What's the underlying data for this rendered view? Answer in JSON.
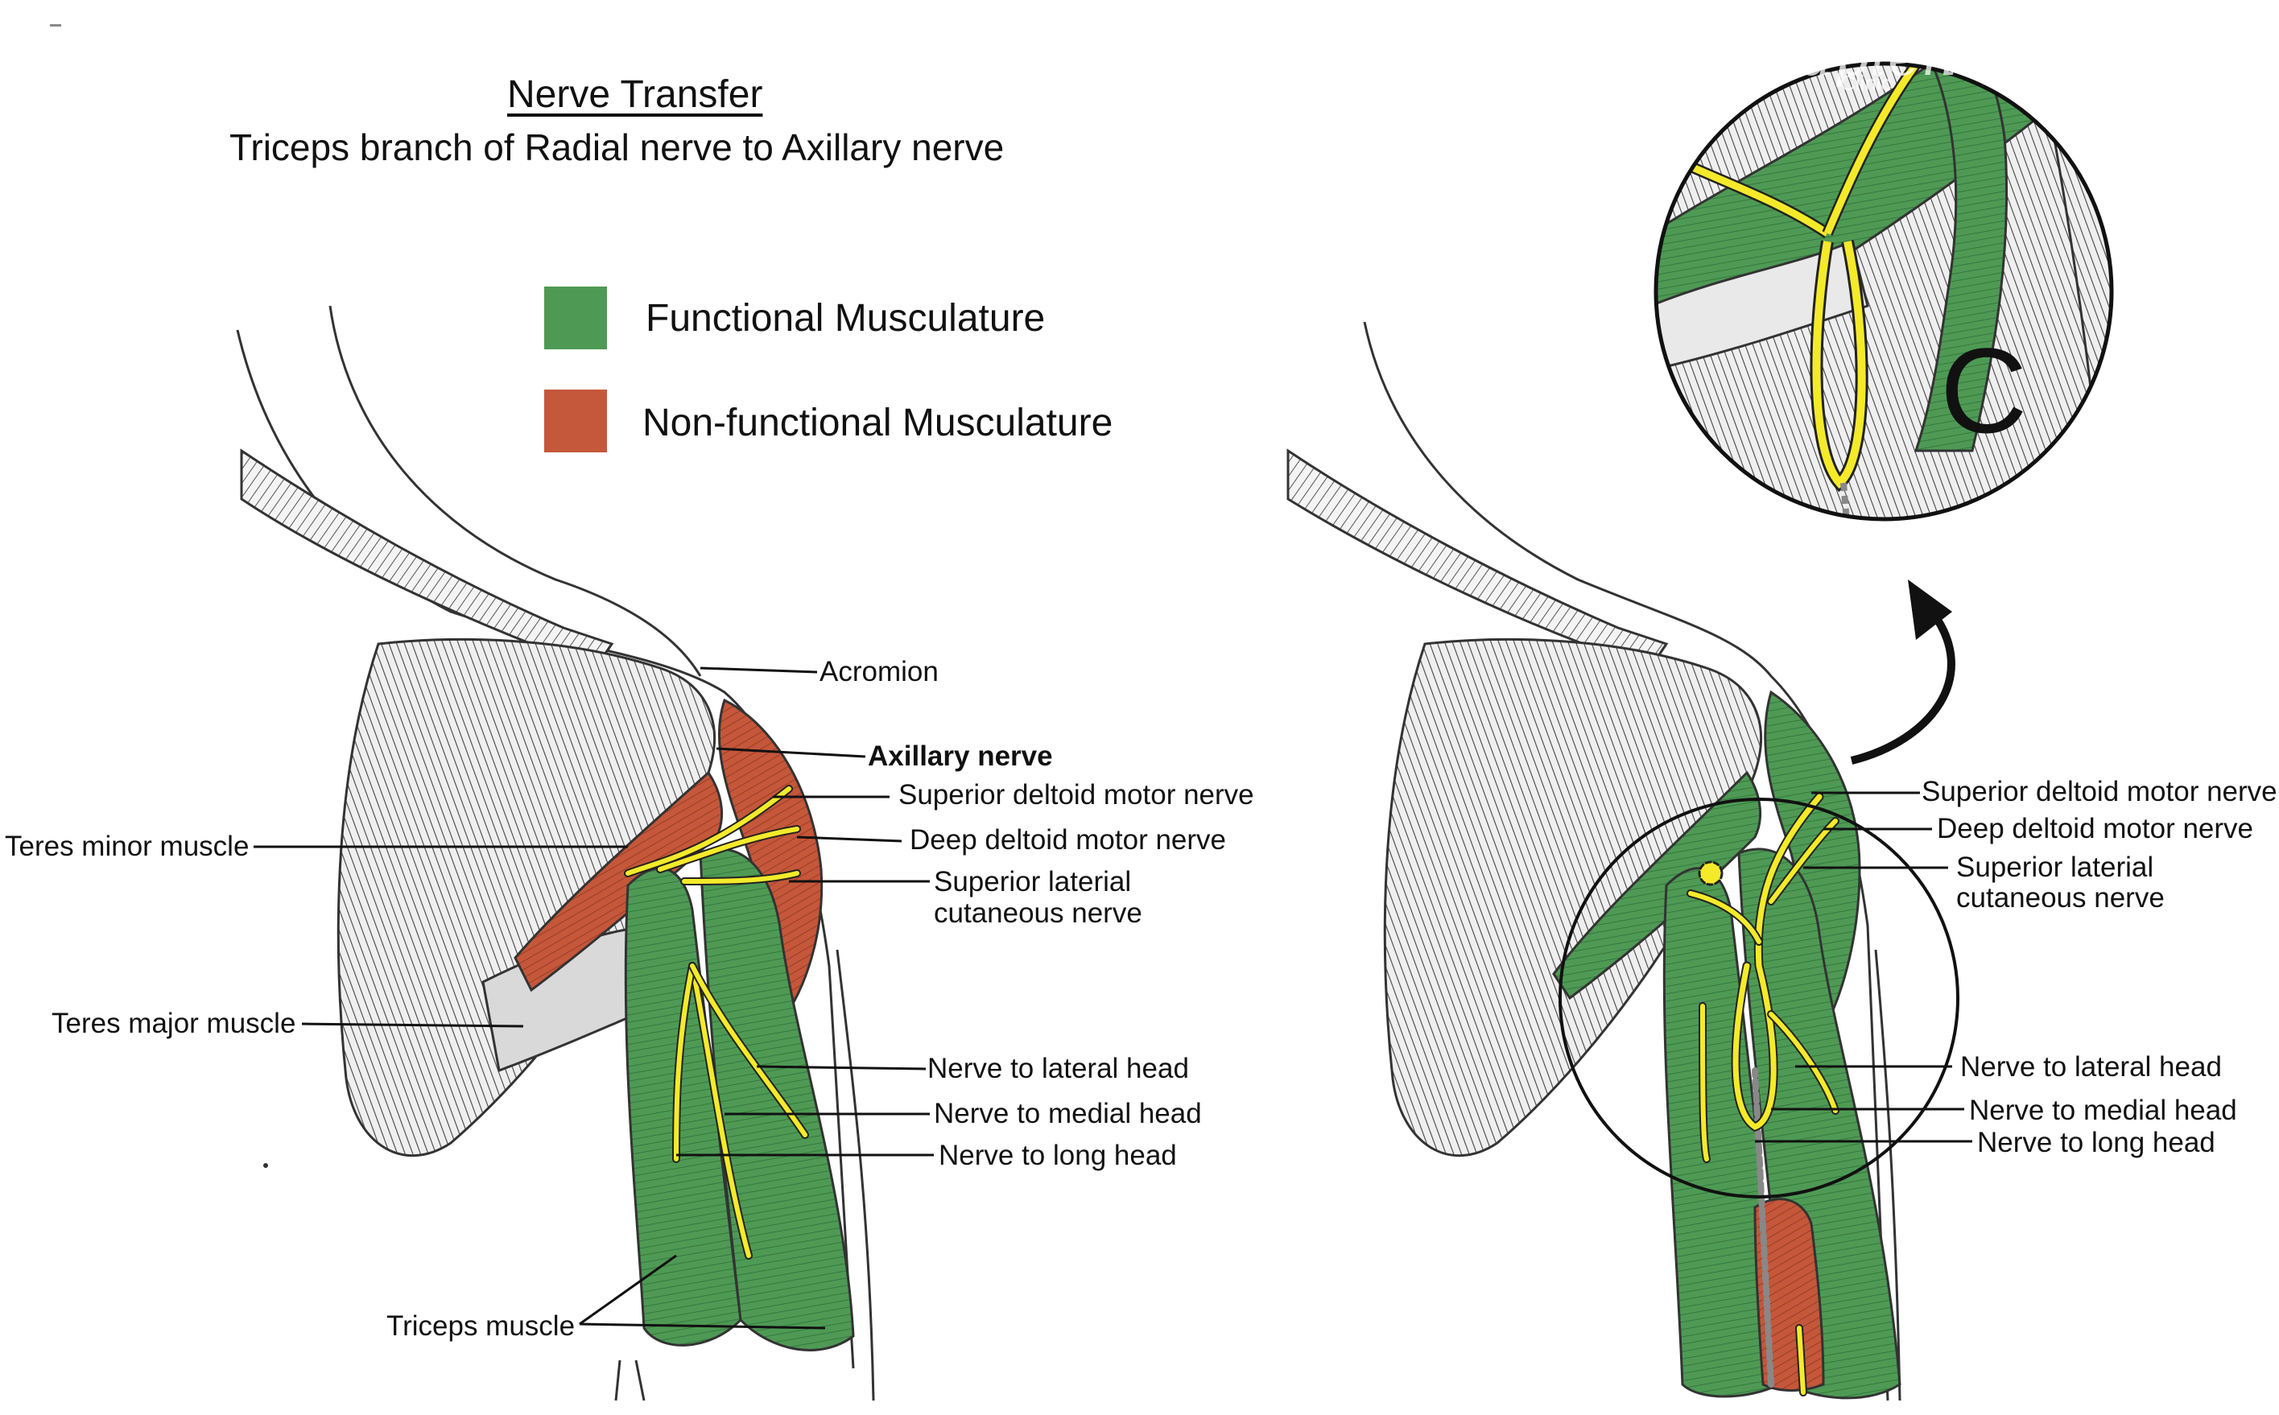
{
  "header": {
    "title": "Nerve Transfer",
    "subtitle": "Triceps branch of Radial nerve to Axillary nerve"
  },
  "legend": {
    "items": [
      {
        "label": "Functional Musculature",
        "color": "#4e9a55"
      },
      {
        "label": "Non-functional Musculature",
        "color": "#c5573a"
      }
    ]
  },
  "colors": {
    "functional": "#4e9a55",
    "functional_dark": "#2f6f36",
    "nonfunctional": "#c5573a",
    "nerve": "#f4ea2a",
    "outline": "#222222",
    "bone": "#e4e4e4"
  },
  "left_figure": {
    "labels": {
      "acromion": "Acromion",
      "axillary_nerve": "Axillary nerve",
      "superior_deltoid": "Superior deltoid motor nerve",
      "deep_deltoid": "Deep deltoid motor nerve",
      "superior_lateral_1": "Superior laterial",
      "superior_lateral_2": "cutaneous nerve",
      "teres_minor": "Teres minor muscle",
      "teres_major": "Teres major muscle",
      "lateral_head": "Nerve to lateral head",
      "medial_head": "Nerve to medial head",
      "long_head": "Nerve to long head",
      "triceps": "Triceps muscle"
    }
  },
  "right_figure": {
    "labels": {
      "superior_deltoid": "Superior deltoid motor nerve",
      "deep_deltoid": "Deep deltoid motor nerve",
      "superior_lateral_1": "Superior laterial",
      "superior_lateral_2": "cutaneous nerve",
      "lateral_head": "Nerve to lateral head",
      "medial_head": "Nerve to medial head",
      "long_head": "Nerve to long head"
    },
    "inset_letter": "C",
    "watermark": "Sapiens",
    "watermark_sub": "Clinic"
  }
}
